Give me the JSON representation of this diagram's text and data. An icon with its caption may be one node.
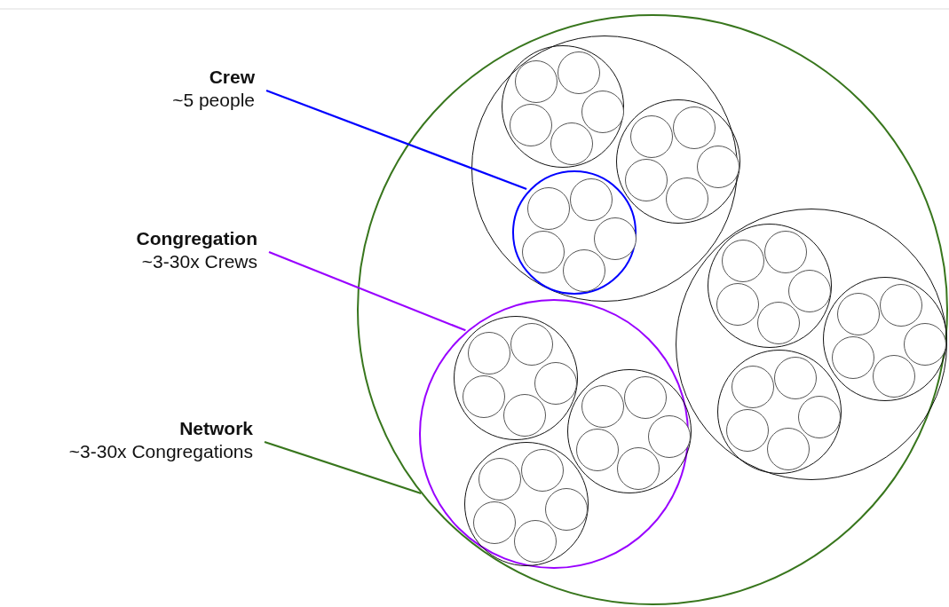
{
  "diagram": {
    "nodes": [
      {
        "text": [
          "Crew",
          "~5 people"
        ]
      },
      {
        "text": [
          "Congregation",
          "~3-30x Crews"
        ]
      },
      {
        "text": [
          "Network",
          "~3-30x Congregations"
        ]
      },
      {
        "text": [],
        "shape": "circle"
      },
      {
        "text": [],
        "shape": "circle",
        "in": 3
      },
      {
        "text": [],
        "shape": "circle",
        "in": 4
      },
      {
        "text": [],
        "shape": "circle",
        "in": 5
      },
      {
        "text": [],
        "shape": "circle",
        "in": 5
      },
      {
        "text": [],
        "shape": "circle",
        "in": 5
      },
      {
        "text": [],
        "shape": "circle",
        "in": 5
      },
      {
        "text": [],
        "shape": "circle",
        "in": 5
      },
      {
        "text": [],
        "shape": "circle",
        "in": 4
      },
      {
        "text": [],
        "shape": "circle",
        "in": 11
      },
      {
        "text": [],
        "shape": "circle",
        "in": 11
      },
      {
        "text": [],
        "shape": "circle",
        "in": 11
      },
      {
        "text": [],
        "shape": "circle",
        "in": 11
      },
      {
        "text": [],
        "shape": "circle",
        "in": 11
      },
      {
        "text": [],
        "shape": "circle",
        "in": 4
      },
      {
        "text": [],
        "shape": "circle",
        "in": 17
      },
      {
        "text": [],
        "shape": "circle",
        "in": 17
      },
      {
        "text": [],
        "shape": "circle",
        "in": 17
      },
      {
        "text": [],
        "shape": "circle",
        "in": 17
      },
      {
        "text": [],
        "shape": "circle",
        "in": 17
      },
      {
        "text": [],
        "shape": "circle",
        "in": 3
      },
      {
        "text": [],
        "shape": "circle",
        "in": 23
      },
      {
        "text": [],
        "shape": "circle",
        "in": 24
      },
      {
        "text": [],
        "shape": "circle",
        "in": 24
      },
      {
        "text": [],
        "shape": "circle",
        "in": 24
      },
      {
        "text": [],
        "shape": "circle",
        "in": 24
      },
      {
        "text": [],
        "shape": "circle",
        "in": 24
      },
      {
        "text": [],
        "shape": "circle",
        "in": 23
      },
      {
        "text": [],
        "shape": "circle",
        "in": 30
      },
      {
        "text": [],
        "shape": "circle",
        "in": 30
      },
      {
        "text": [],
        "shape": "circle",
        "in": 30
      },
      {
        "text": [],
        "shape": "circle",
        "in": 30
      },
      {
        "text": [],
        "shape": "circle",
        "in": 30
      },
      {
        "text": [],
        "shape": "circle",
        "in": 23
      },
      {
        "text": [],
        "shape": "circle",
        "in": 36
      },
      {
        "text": [],
        "shape": "circle",
        "in": 36
      },
      {
        "text": [],
        "shape": "circle",
        "in": 36
      },
      {
        "text": [],
        "shape": "circle",
        "in": 36
      },
      {
        "text": [],
        "shape": "circle",
        "in": 36
      },
      {
        "text": [],
        "shape": "circle",
        "in": 3
      },
      {
        "text": [],
        "shape": "circle",
        "in": 42
      },
      {
        "text": [],
        "shape": "circle",
        "in": 43
      },
      {
        "text": [],
        "shape": "circle",
        "in": 43
      },
      {
        "text": [],
        "shape": "circle",
        "in": 43
      },
      {
        "text": [],
        "shape": "circle",
        "in": 43
      },
      {
        "text": [],
        "shape": "circle",
        "in": 43
      },
      {
        "text": [],
        "shape": "circle",
        "in": 42
      },
      {
        "text": [],
        "shape": "circle",
        "in": 49
      },
      {
        "text": [],
        "shape": "circle",
        "in": 49
      },
      {
        "text": [],
        "shape": "circle",
        "in": 49
      },
      {
        "text": [],
        "shape": "circle",
        "in": 49
      },
      {
        "text": [],
        "shape": "circle",
        "in": 49
      },
      {
        "text": [],
        "shape": "circle",
        "in": 42
      },
      {
        "text": [],
        "shape": "circle",
        "in": 55
      },
      {
        "text": [],
        "shape": "circle",
        "in": 55
      },
      {
        "text": [],
        "shape": "circle",
        "in": 55
      },
      {
        "text": [],
        "shape": "circle",
        "in": 55
      },
      {
        "text": [],
        "shape": "circle",
        "in": 55
      }
    ],
    "edges": [
      {
        "from": 0,
        "to": 17,
        "arrow": "none",
        "color": "#0000ff"
      },
      {
        "from": 1,
        "to": 42,
        "arrow": "none",
        "color": "#9900ff"
      },
      {
        "from": 2,
        "to": 3,
        "arrow": "none",
        "color": "#38761d"
      }
    ]
  }
}
